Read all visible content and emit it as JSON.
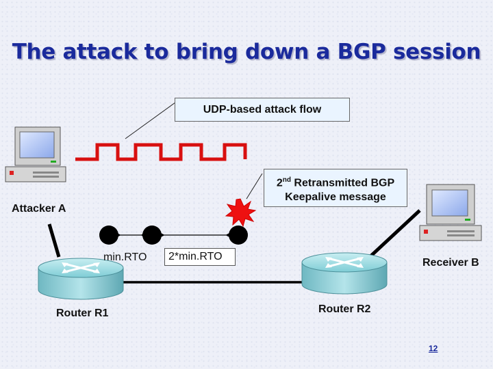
{
  "title": "The attack to bring down a BGP session",
  "attack_flow_label": "UDP-based attack flow",
  "retransmit_label": {
    "line1_prefix": "2",
    "line1_sup": "nd",
    "line1_rest": " Retransmitted BGP",
    "line2": "Keepalive message"
  },
  "attacker_label": "Attacker A",
  "receiver_label": "Receiver B",
  "router_r1_label": "Router R1",
  "router_r2_label": "Router R2",
  "min_rto_label": "min.RTO",
  "double_rto_label": "2*min.RTO",
  "page_number": "12",
  "colors": {
    "title": "#1a2a9c",
    "attack_flow": "#d81010",
    "explosion": "#ee1111",
    "router": "#8ad4dc",
    "link": "#000000"
  }
}
